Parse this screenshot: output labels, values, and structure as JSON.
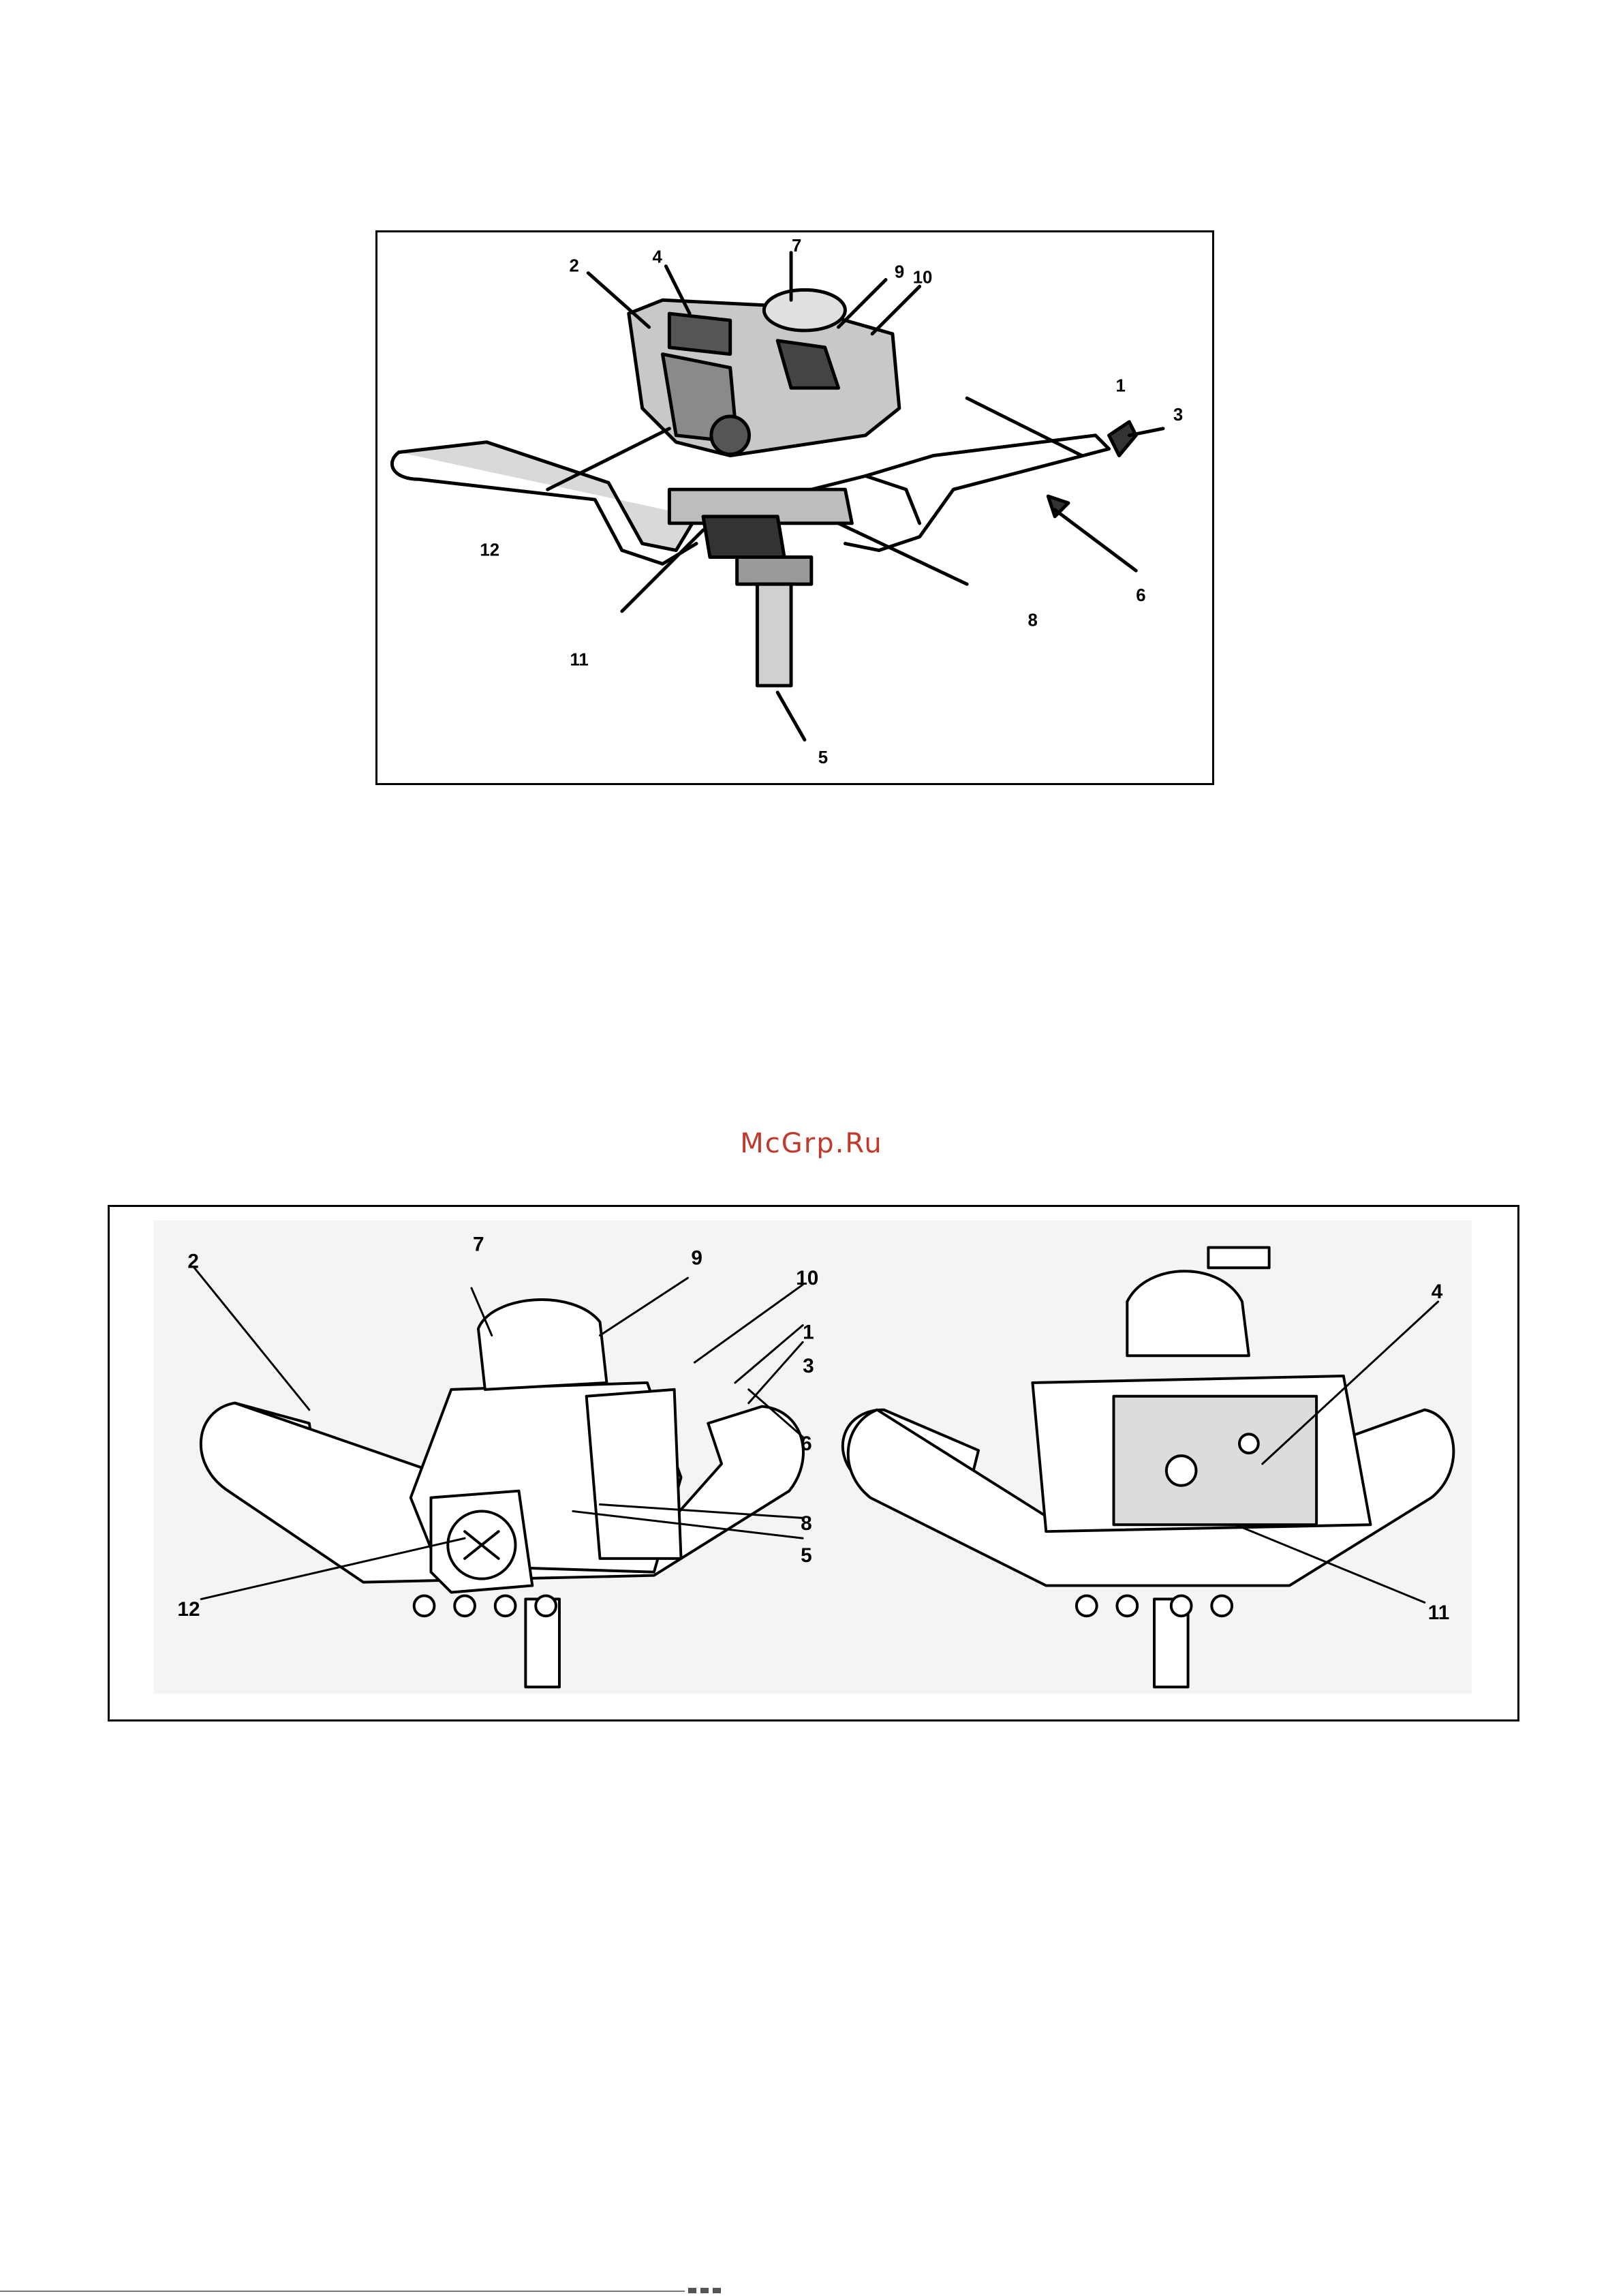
{
  "watermark": "McGrp.Ru",
  "figure_top": {
    "callouts": [
      "1",
      "2",
      "3",
      "4",
      "5",
      "6",
      "7",
      "8",
      "9",
      "10",
      "11",
      "12"
    ]
  },
  "figure_bottom_left": {
    "callouts": [
      "1",
      "2",
      "3",
      "5",
      "6",
      "7",
      "8",
      "9",
      "10",
      "12"
    ]
  },
  "figure_bottom_right": {
    "callouts": [
      "4",
      "11"
    ]
  }
}
